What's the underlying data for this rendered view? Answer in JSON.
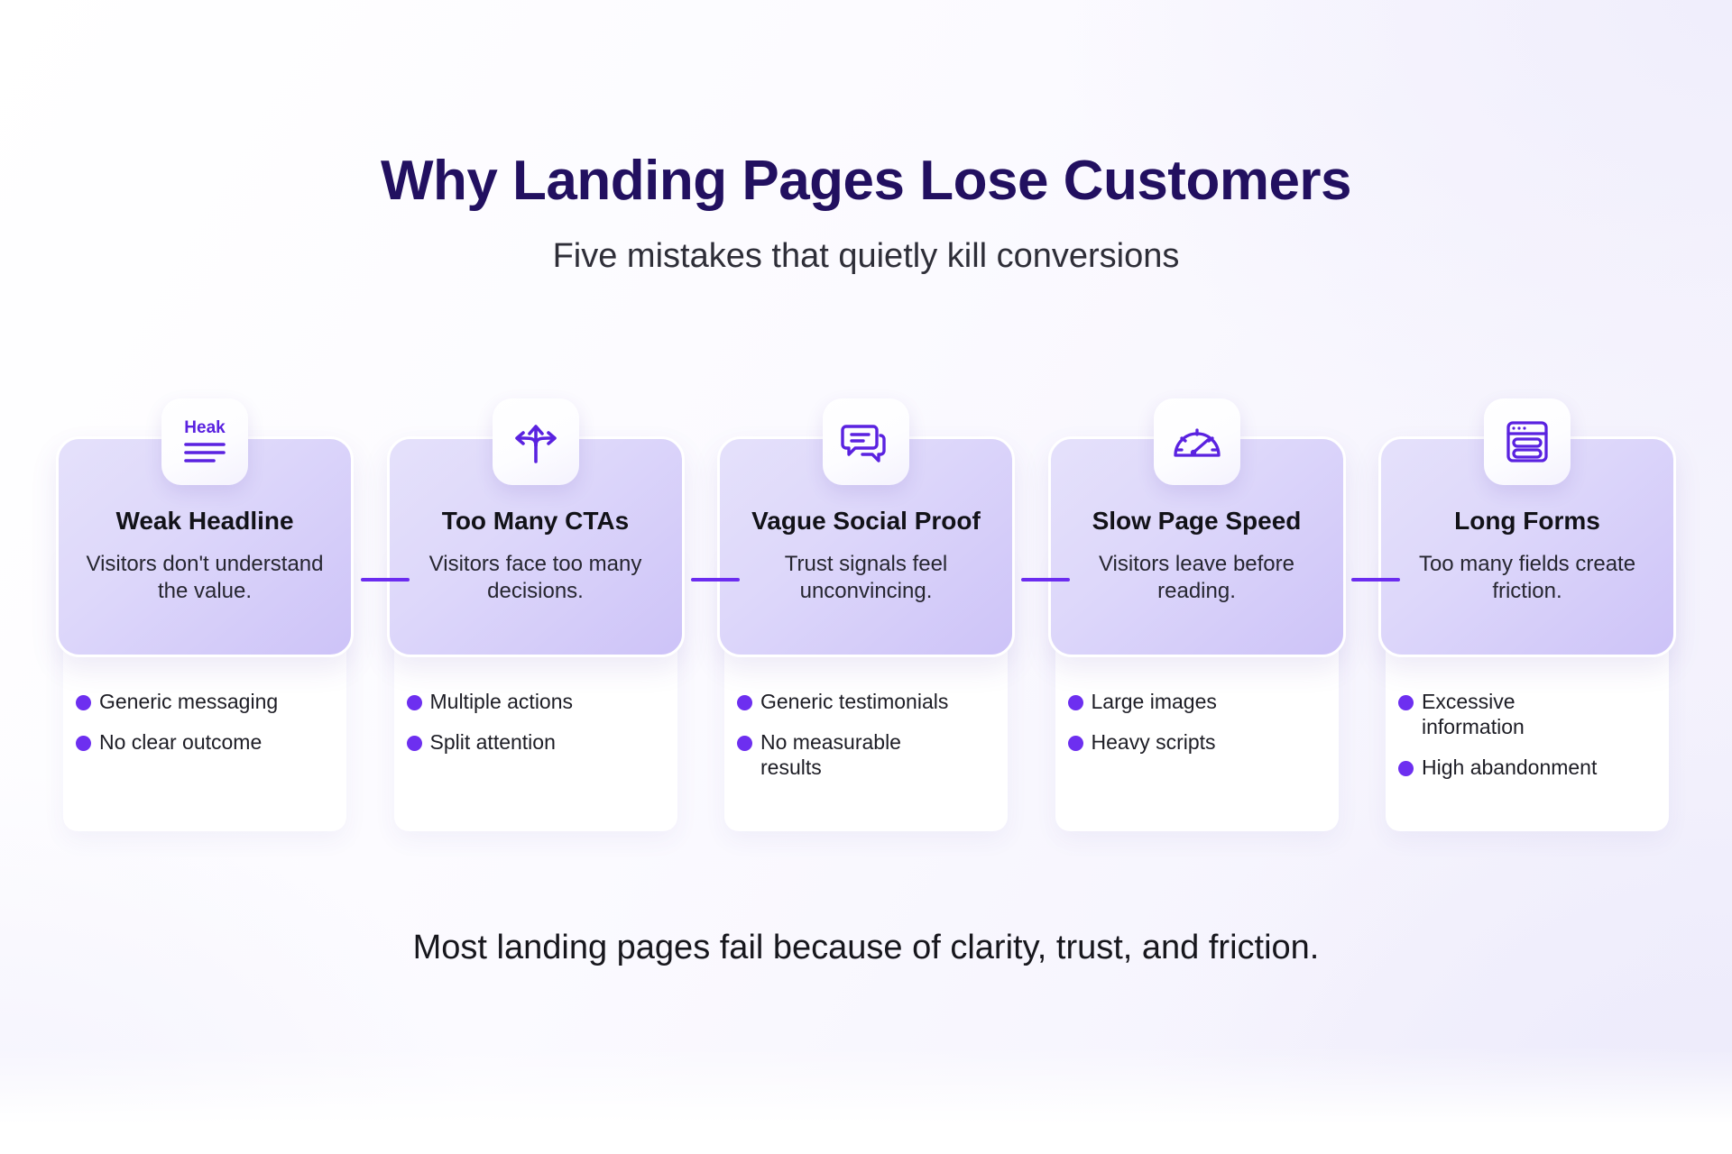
{
  "header": {
    "title": "Why Landing Pages Lose Customers",
    "subtitle": "Five mistakes that quietly kill conversions"
  },
  "colors": {
    "title": "#221060",
    "accent": "#6b2cf0",
    "bullet_dot": "#6d2ff0",
    "icon_stroke": "#5a22e0",
    "card_gradient_start": "#e5e1fb",
    "card_gradient_end": "#cdc3f8",
    "panel": "#ffffff",
    "background_start": "#ffffff",
    "background_end": "#f2f0fc"
  },
  "cards": [
    {
      "icon": "headline-text-icon",
      "icon_label": "Heak",
      "title": "Weak Headline",
      "description": "Visitors don't understand the value.",
      "bullets": [
        "Generic messaging",
        "No clear outcome"
      ]
    },
    {
      "icon": "split-arrows-icon",
      "icon_label": "",
      "title": "Too Many CTAs",
      "description": "Visitors face too many decisions.",
      "bullets": [
        "Multiple actions",
        "Split attention"
      ]
    },
    {
      "icon": "speech-bubbles-icon",
      "icon_label": "",
      "title": "Vague Social Proof",
      "description": "Trust signals feel unconvincing.",
      "bullets": [
        "Generic testimonials",
        "No measurable results"
      ]
    },
    {
      "icon": "speedometer-gauge-icon",
      "icon_label": "",
      "title": "Slow Page Speed",
      "description": "Visitors leave before reading.",
      "bullets": [
        "Large images",
        "Heavy scripts"
      ]
    },
    {
      "icon": "form-window-icon",
      "icon_label": "",
      "title": "Long Forms",
      "description": "Too many fields create friction.",
      "bullets": [
        "Excessive information",
        "High abandonment"
      ]
    }
  ],
  "footer": {
    "text": "Most landing pages fail because of clarity, trust, and friction."
  }
}
